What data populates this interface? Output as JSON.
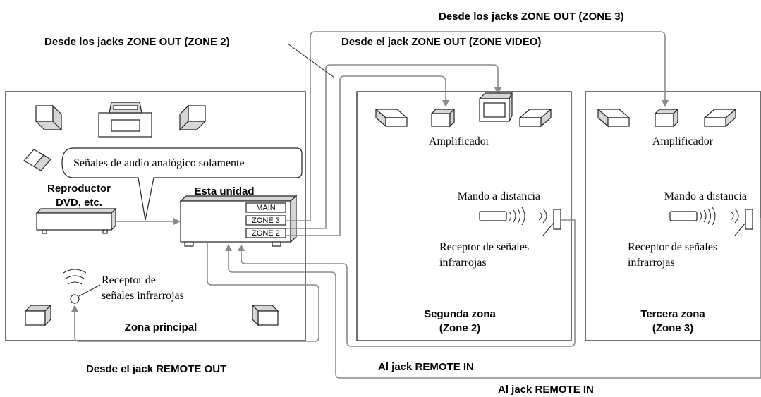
{
  "labels": {
    "from_zone3": "Desde los jacks ZONE OUT (ZONE 3)",
    "from_zone2": "Desde los jacks ZONE OUT (ZONE 2)",
    "from_zone_video": "Desde el jack ZONE OUT (ZONE VIDEO)",
    "analog_only": "Señales de audio analógico solamente",
    "dvd_line1": "Reproductor",
    "dvd_line2": "DVD, etc.",
    "this_unit": "Esta unidad",
    "jack_main": "MAIN",
    "jack_zone3": "ZONE 3",
    "jack_zone2": "ZONE 2",
    "ir_main_line1": "Receptor de",
    "ir_main_line2": "señales infrarrojas",
    "main_zone": "Zona principal",
    "remote_out": "Desde el jack REMOTE OUT",
    "zone2_amp": "Amplificador",
    "zone2_remote": "Mando a distancia",
    "zone2_ir_line1": "Receptor de señales",
    "zone2_ir_line2": "infrarrojas",
    "zone2_title1": "Segunda zona",
    "zone2_title2": "(Zone 2)",
    "remote_in_1": "Al jack REMOTE IN",
    "zone3_amp": "Amplificador",
    "zone3_remote": "Mando a distancia",
    "zone3_ir_line1": "Receptor de señales",
    "zone3_ir_line2": "infrarrojas",
    "zone3_title1": "Tercera zona",
    "zone3_title2": "(Zone 3)",
    "remote_in_2": "Al jack REMOTE IN"
  },
  "colors": {
    "wire": "#8a8a8a",
    "line": "#222222",
    "speaker_side": "#d6d6d6"
  }
}
